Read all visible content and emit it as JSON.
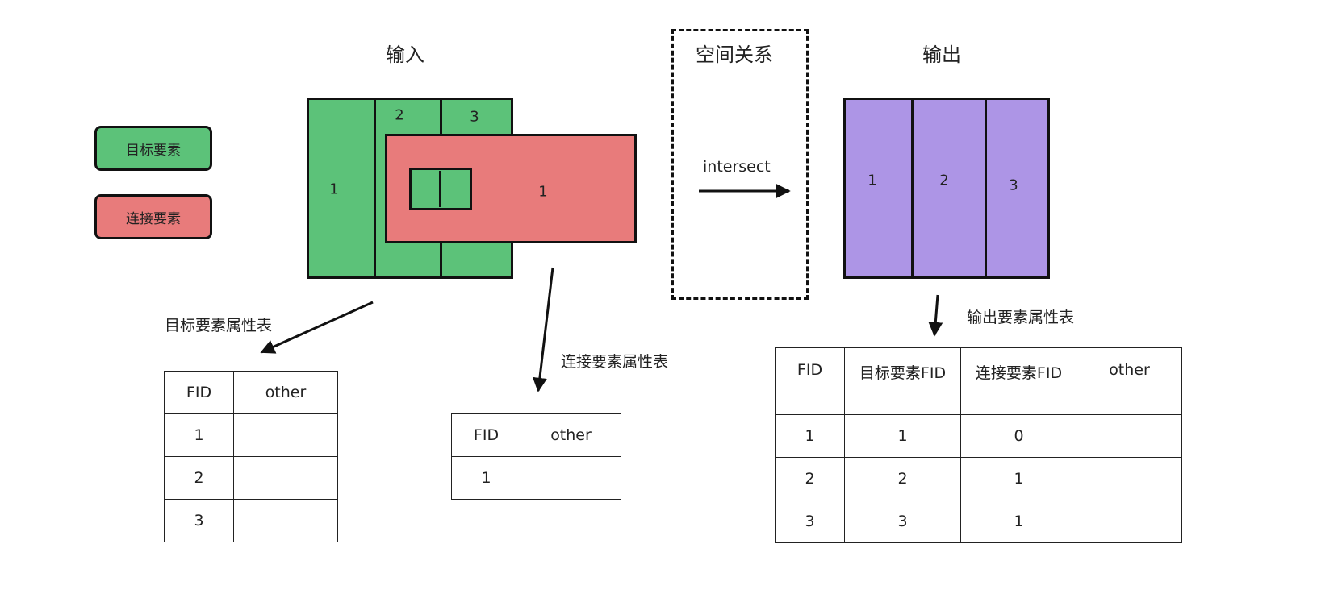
{
  "titles": {
    "input": "输入",
    "relation": "空间关系",
    "output": "输出"
  },
  "legend": [
    {
      "label": "目标要素",
      "color": "#5cc279"
    },
    {
      "label": "连接要素",
      "color": "#e87b7b"
    }
  ],
  "colors": {
    "target": "#5cc279",
    "join": "#e87b7b",
    "output": "#ad95e6"
  },
  "input_features": {
    "target_ids": [
      "1",
      "2",
      "3"
    ],
    "join_id": "1"
  },
  "relation": {
    "operator": "intersect"
  },
  "output_features": {
    "ids": [
      "1",
      "2",
      "3"
    ]
  },
  "tables": {
    "target": {
      "caption": "目标要素属性表",
      "headers": [
        "FID",
        "other"
      ],
      "rows": [
        [
          "1",
          ""
        ],
        [
          "2",
          ""
        ],
        [
          "3",
          ""
        ]
      ]
    },
    "join": {
      "caption": "连接要素属性表",
      "headers": [
        "FID",
        "other"
      ],
      "rows": [
        [
          "1",
          ""
        ]
      ]
    },
    "output": {
      "caption": "输出要素属性表",
      "headers": [
        "FID",
        "目标要素FID",
        "连接要素FID",
        "other"
      ],
      "rows": [
        [
          "1",
          "1",
          "0",
          ""
        ],
        [
          "2",
          "2",
          "1",
          ""
        ],
        [
          "3",
          "3",
          "1",
          ""
        ]
      ]
    }
  }
}
